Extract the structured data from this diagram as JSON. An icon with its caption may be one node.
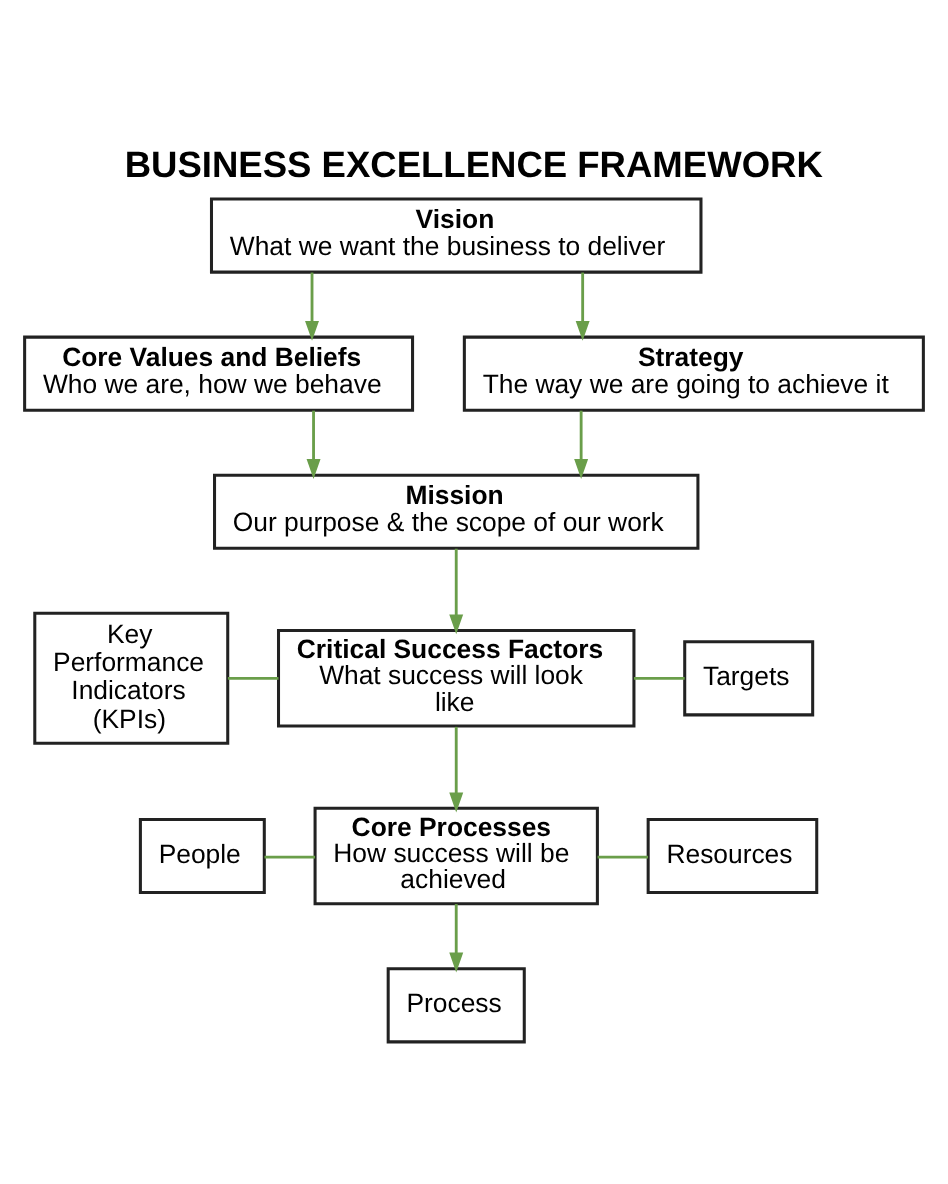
{
  "diagram": {
    "title": "BUSINESS EXCELLENCE FRAMEWORK",
    "nodes": [
      {
        "text": [
          "Vision",
          "What we want the business to deliver"
        ]
      },
      {
        "text": [
          "Core Values and Beliefs",
          "Who we are, how we behave"
        ]
      },
      {
        "text": [
          "Strategy",
          "The way we are going to achieve it"
        ]
      },
      {
        "text": [
          "Mission",
          "Our purpose & the scope of our work"
        ]
      },
      {
        "text": [
          "Key Performance Indicators (KPIs)"
        ]
      },
      {
        "text": [
          "Critical Success Factors",
          "What success will look like"
        ]
      },
      {
        "text": [
          "Targets"
        ]
      },
      {
        "text": [
          "People"
        ]
      },
      {
        "text": [
          "Core Processes",
          "How success will be achieved"
        ]
      },
      {
        "text": [
          "Resources"
        ]
      },
      {
        "text": [
          "Process"
        ]
      }
    ],
    "edges": [
      {
        "from": 0,
        "to": 1,
        "arrow": "to"
      },
      {
        "from": 0,
        "to": 2,
        "arrow": "to"
      },
      {
        "from": 1,
        "to": 3,
        "arrow": "to"
      },
      {
        "from": 2,
        "to": 3,
        "arrow": "to"
      },
      {
        "from": 3,
        "to": 5,
        "arrow": "to"
      },
      {
        "from": 4,
        "to": 5,
        "arrow": "none"
      },
      {
        "from": 5,
        "to": 6,
        "arrow": "none"
      },
      {
        "from": 5,
        "to": 8,
        "arrow": "to"
      },
      {
        "from": 7,
        "to": 8,
        "arrow": "none"
      },
      {
        "from": 8,
        "to": 9,
        "arrow": "none"
      },
      {
        "from": 8,
        "to": 10,
        "arrow": "to"
      }
    ]
  }
}
